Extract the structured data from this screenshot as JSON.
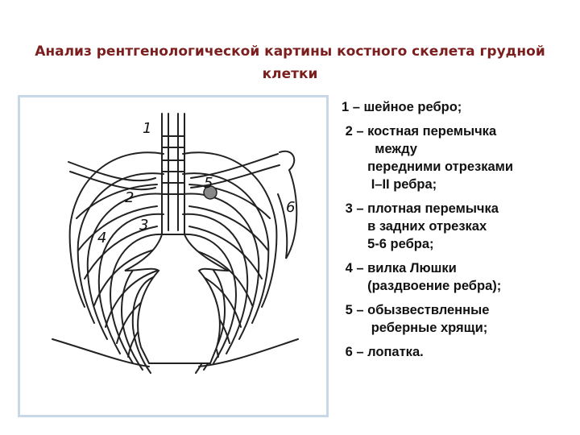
{
  "title_line1": "Анализ рентгенологической картины костного скелета грудной",
  "title_line2": "клетки",
  "figure": {
    "labels": [
      "1",
      "2",
      "3",
      "4",
      "5",
      "6"
    ]
  },
  "legend": [
    "1 – шейное ребро;",
    " 2 – костная перемычка\n         между\n       передними отрезками\n        I–II ребра;",
    " 3 – плотная перемычка\n       в задних отрезках\n       5-6 ребра;",
    " 4 – вилка Люшки\n       (раздвоение ребра);",
    " 5 – обызвествленные\n        реберные хрящи;",
    " 6 – лопатка."
  ]
}
